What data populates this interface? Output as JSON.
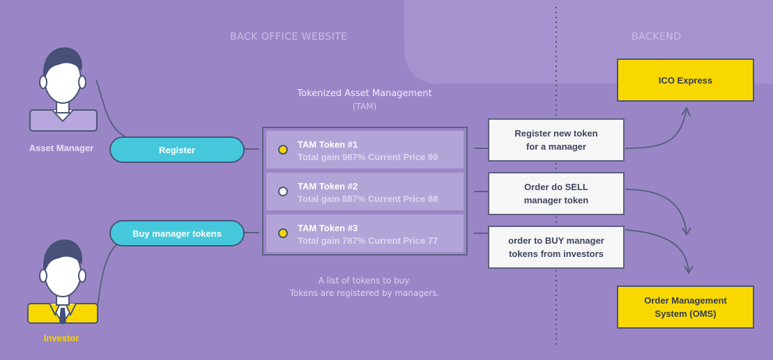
{
  "sections": {
    "back_office": "BACK OFFICE WEBSITE",
    "backend": "BACKEND"
  },
  "actors": {
    "asset_manager": "Asset Manager",
    "investor": "Investor"
  },
  "actions": {
    "register": "Register",
    "buy": "Buy manager tokens"
  },
  "tam": {
    "heading": "Tokenized Asset Management",
    "subheading": "(TAM)",
    "tokens": [
      {
        "name": "TAM Token #1",
        "stats": "Total gain 987% Current Price 99",
        "status": "selected"
      },
      {
        "name": "TAM Token #2",
        "stats": "Total gain 887% Current Price 88",
        "status": "unselected"
      },
      {
        "name": "TAM Token #3",
        "stats": "Total gain 787% Current Price 77",
        "status": "selected"
      }
    ],
    "note_line1": "A list of tokens to buy.",
    "note_line2": "Tokens are registered by managers."
  },
  "requests": {
    "register_token_l1": "Register new token",
    "register_token_l2": "for a manager",
    "sell_l1": "Order do SELL",
    "sell_l2": "manager token",
    "buy_l1": "order to BUY manager",
    "buy_l2": "tokens from investors"
  },
  "backend": {
    "ico": "ICO Express",
    "oms_l1": "Order Management",
    "oms_l2": "System (OMS)"
  },
  "colors": {
    "background": "#9a86c7",
    "accent_cyan": "#45c8dc",
    "accent_yellow": "#f8d800",
    "outline": "#4a5575"
  }
}
